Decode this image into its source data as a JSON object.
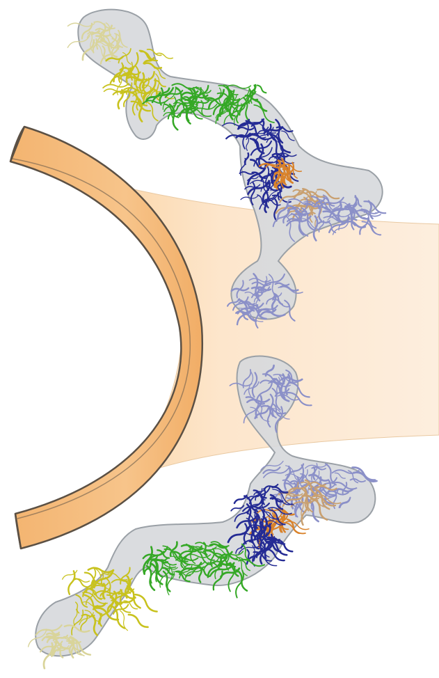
{
  "figure": {
    "colors": {
      "background": "#ffffff",
      "membrane_fill": "#fbe1c2",
      "membrane_fill_light": "#fdeedd",
      "pore_ring_fill": "#f5bb7a",
      "pore_ring_edge": "#5b5044",
      "envelope_fill": "#d7d9dc",
      "envelope_edge": "#9aa0a6",
      "protein_yellow": "#c8c21e",
      "protein_green": "#35a826",
      "protein_navy": "#242b94",
      "protein_orange": "#d9822a",
      "protein_tan": "#c9a070",
      "protein_lavender": "#8b90c8",
      "protein_pale_yellow": "#d9d49a"
    },
    "regions": [
      {
        "name": "membrane-channel"
      },
      {
        "name": "pore-ring"
      },
      {
        "name": "upper-protein-complex"
      },
      {
        "name": "lower-protein-complex"
      }
    ]
  }
}
